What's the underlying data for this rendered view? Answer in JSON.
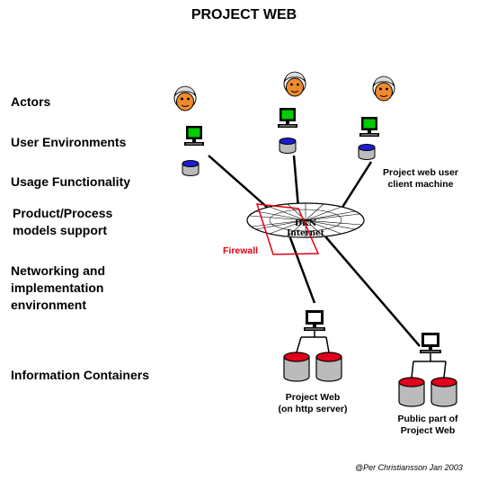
{
  "title": "PROJECT WEB",
  "layers": {
    "actors": "Actors",
    "user_env": "User Environments",
    "usage": "Usage Functionality",
    "product_1": "Product/Process",
    "product_2": "models support",
    "net_1": "Networking and",
    "net_2": "implementation",
    "net_3": "environment",
    "info": "Information Containers"
  },
  "captions": {
    "client_1": "Project web user",
    "client_2": "client machine",
    "server_1": "Project Web",
    "server_2": "(on http server)",
    "public_1": "Public part of",
    "public_2": "Project Web",
    "firewall": "Firewall"
  },
  "internet": {
    "line1": "DKN",
    "line2": "Internet"
  },
  "copyright": "@Per Christiansson Jan  2003",
  "colors": {
    "monitor_screen": "#00cc00",
    "face": "#f08a2c",
    "disk_top": "#1c1cd6",
    "disk_top_red": "#e0001a",
    "firewall": "#e0000f",
    "disk_body": "#bbbbbb"
  },
  "icons": [
    "person-icon",
    "computer-icon",
    "database-icon",
    "network-cloud-icon",
    "firewall-icon"
  ]
}
